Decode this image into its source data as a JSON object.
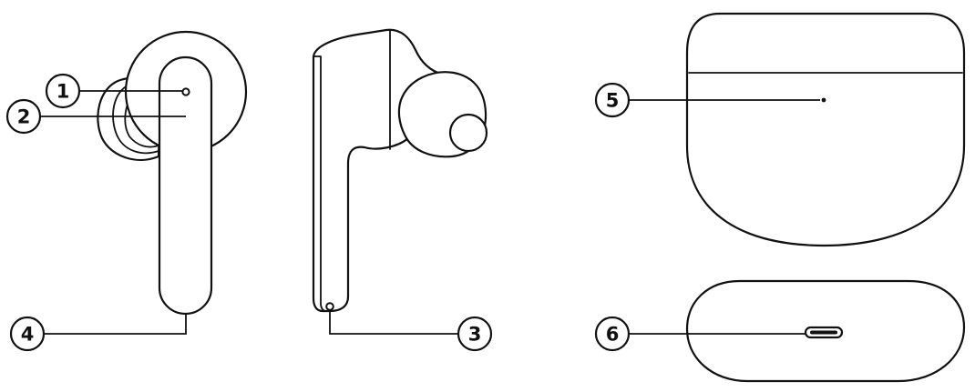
{
  "callouts": [
    {
      "id": "1",
      "label": "1"
    },
    {
      "id": "2",
      "label": "2"
    },
    {
      "id": "3",
      "label": "3"
    },
    {
      "id": "4",
      "label": "4"
    },
    {
      "id": "5",
      "label": "5"
    },
    {
      "id": "6",
      "label": "6"
    }
  ],
  "colors": {
    "line": "#111111",
    "background": "#ffffff"
  }
}
